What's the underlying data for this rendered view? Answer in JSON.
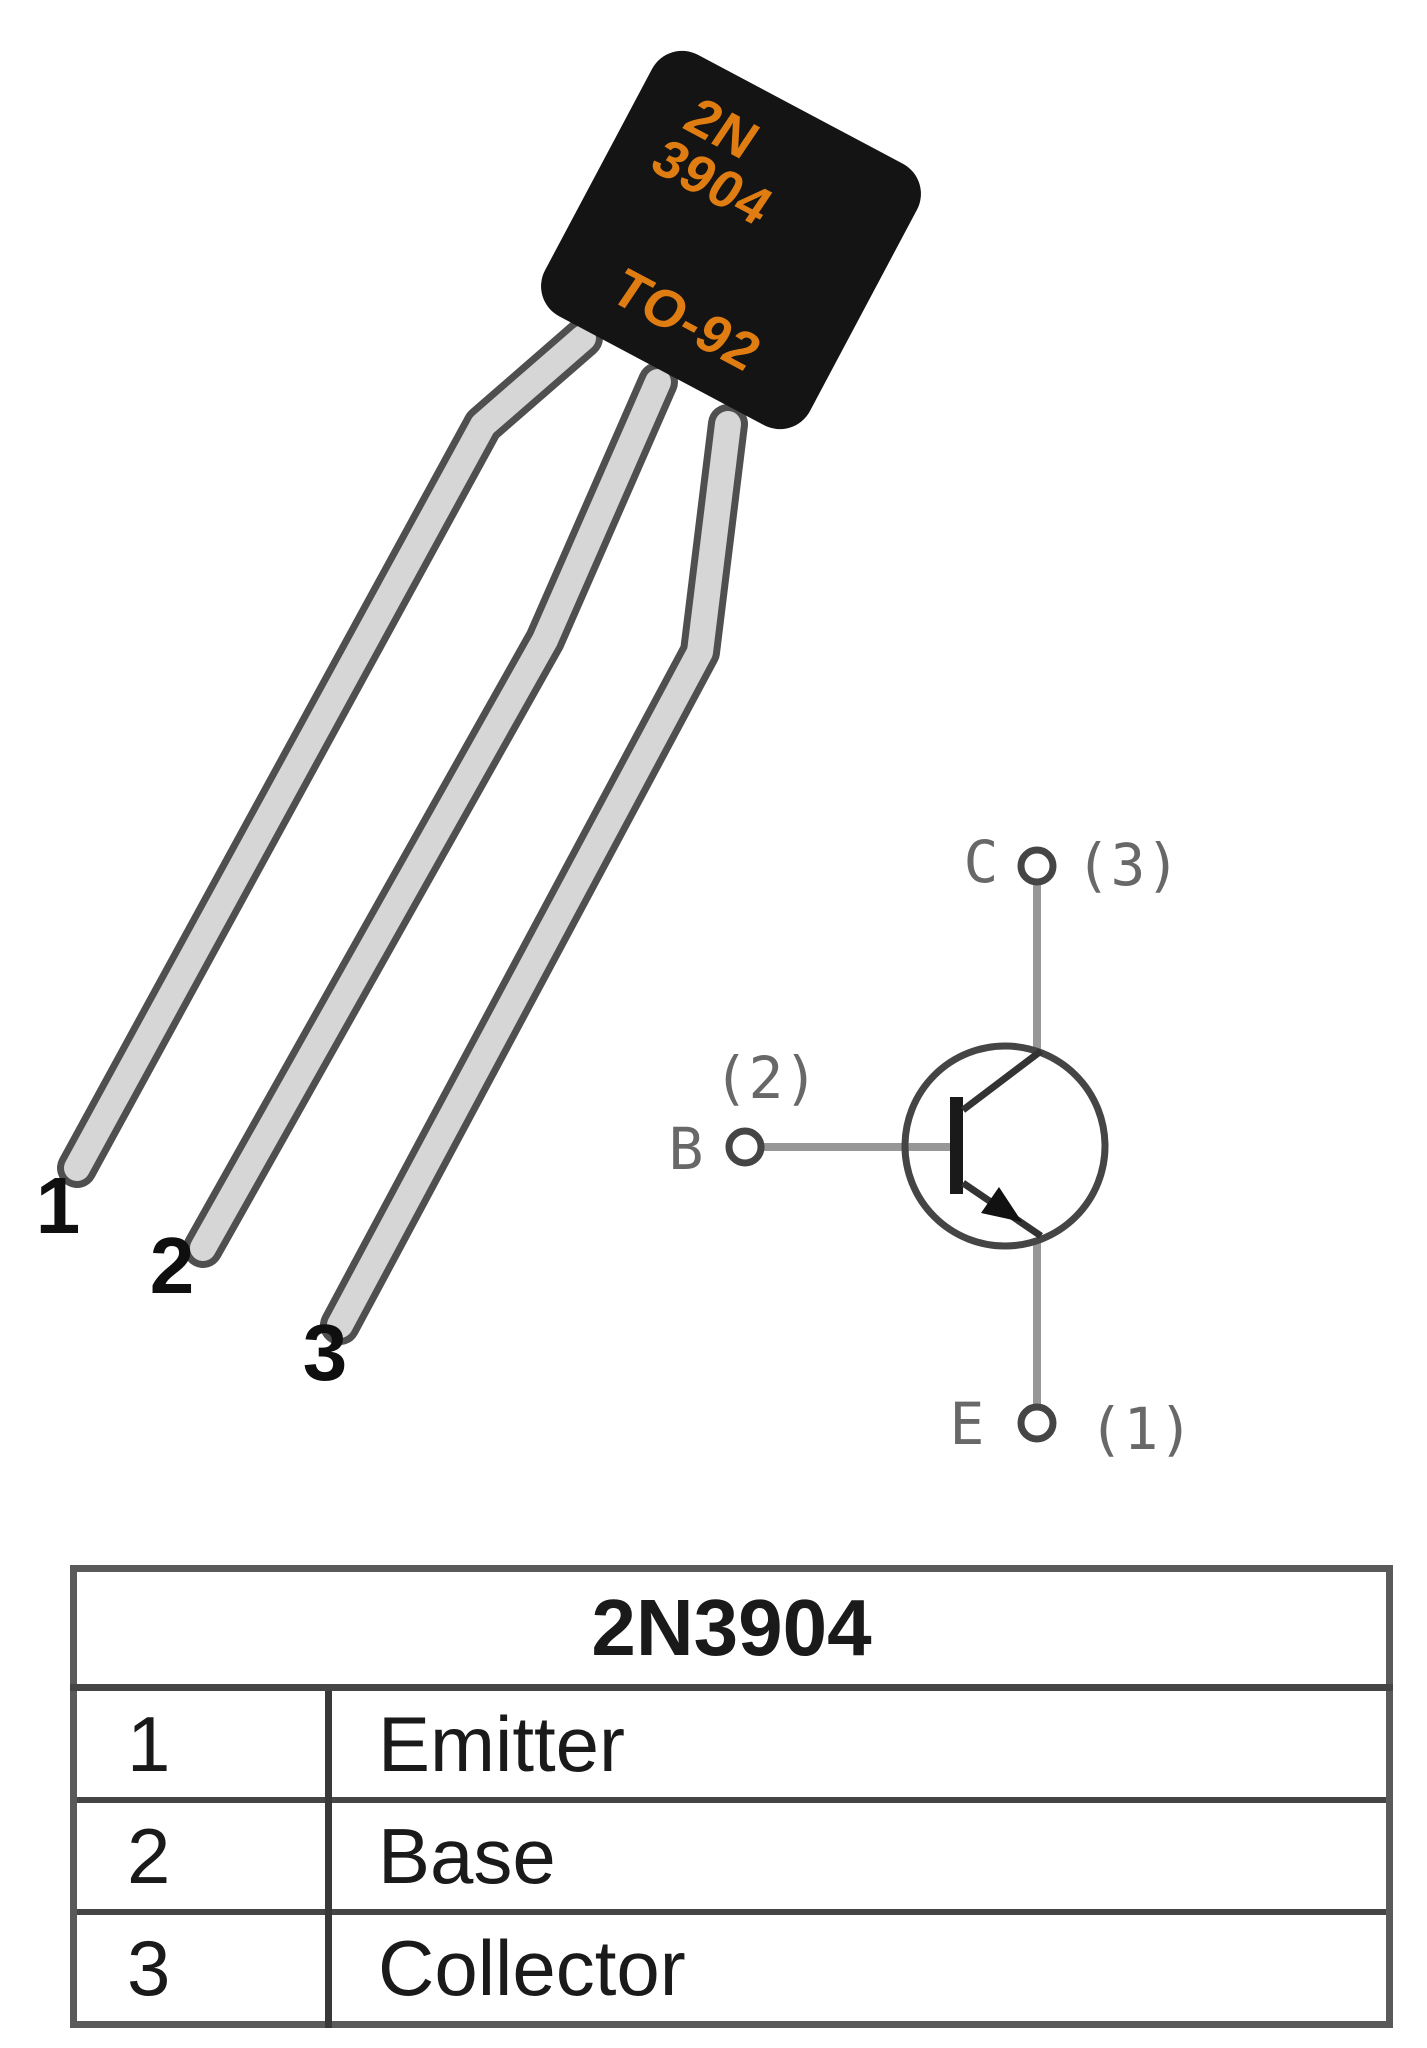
{
  "illustration": {
    "marking_line1": "2N",
    "marking_line2": "3904",
    "package_type": "TO-92",
    "lead_labels": [
      "1",
      "2",
      "3"
    ]
  },
  "schematic": {
    "collector_letter": "C",
    "collector_pin": "(3)",
    "base_letter": "B",
    "base_pin": "(2)",
    "emitter_letter": "E",
    "emitter_pin": "(1)"
  },
  "pinout_table": {
    "title": "2N3904",
    "rows": [
      {
        "pin": "1",
        "name": "Emitter"
      },
      {
        "pin": "2",
        "name": "Base"
      },
      {
        "pin": "3",
        "name": "Collector"
      }
    ]
  },
  "colors": {
    "marking_orange": "#e07d12",
    "body_black": "#141414",
    "lead_fill": "#d6d6d6",
    "lead_outline": "#4f4f4f",
    "wire_gray": "#979797",
    "symbol_dark": "#333333",
    "label_gray": "#686868",
    "table_border": "#4c4c4c",
    "text_black": "#1a1a1a"
  }
}
